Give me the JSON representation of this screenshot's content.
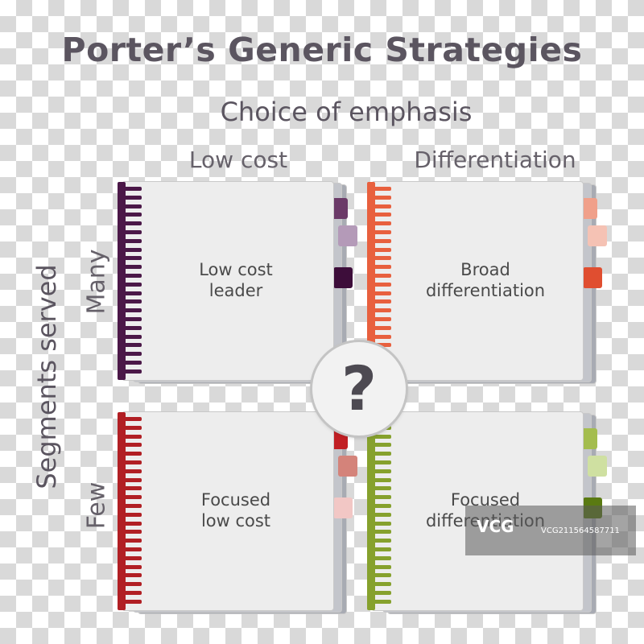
{
  "title": "Porter’s Generic Strategies",
  "subtitle": "Choice of emphasis",
  "columns": [
    "Low cost",
    "Differentiation"
  ],
  "axis_label": "Segments served",
  "rows": [
    "Many",
    "Few"
  ],
  "center_symbol": "?",
  "quadrants": [
    {
      "label_lines": [
        "Low cost",
        "leader"
      ],
      "color": "#4b1848",
      "tabs": [
        "#6b3a68",
        "#b49ab8",
        "#3d0d3a"
      ]
    },
    {
      "label_lines": [
        "Broad",
        "differentiation"
      ],
      "color": "#e8603e",
      "tabs": [
        "#f0a08a",
        "#f5c2b4",
        "#e04e30"
      ]
    },
    {
      "label_lines": [
        "Focused",
        "low cost"
      ],
      "color": "#b11f24",
      "tabs": [
        "#c11f24",
        "#d4837a",
        "#f2c7c5"
      ]
    },
    {
      "label_lines": [
        "Focused",
        "differentiation"
      ],
      "color": "#86a12d",
      "tabs": [
        "#a4bd4e",
        "#cfe0a1",
        "#5a7a12"
      ]
    }
  ],
  "watermark": {
    "logo": "VCG",
    "id": "VCG211564587711"
  }
}
